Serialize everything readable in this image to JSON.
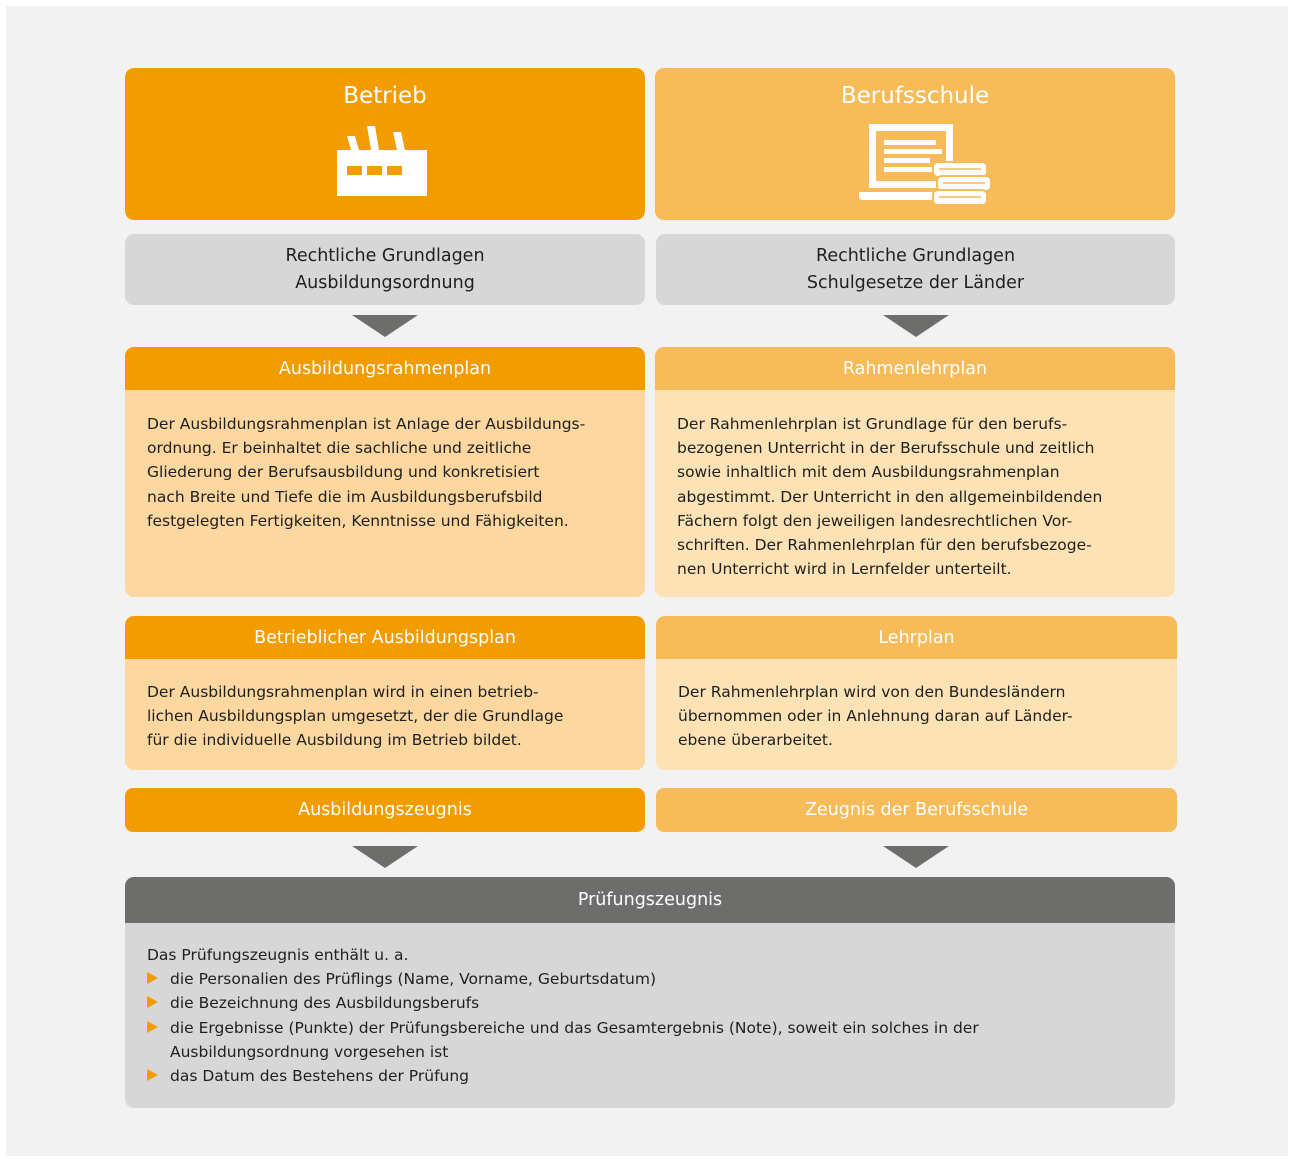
{
  "left": {
    "title": "Betrieb",
    "icon": "factory-icon",
    "legal_basis": [
      "Rechtliche Grundlagen",
      "Ausbildungsordnung"
    ],
    "plan": {
      "title": "Ausbildungsrahmenplan",
      "lines": [
        "Der Ausbildungsrahmenplan ist Anlage der Ausbildungs-",
        "ordnung. Er beinhaltet die sachliche und zeitliche",
        "Gliederung der Berufsausbildung und konkretisiert",
        "nach Breite und Tiefe die im Ausbildungsberufsbild",
        "festgelegten Fertigkeiten, Kenntnisse und Fähigkeiten."
      ]
    },
    "plan2": {
      "title": "Betrieblicher Ausbildungsplan",
      "lines": [
        "Der Ausbildungsrahmenplan wird in einen betrieb-",
        "lichen Ausbildungsplan umgesetzt, der die Grundlage",
        "für die individuelle Ausbildung im Betrieb bildet."
      ]
    },
    "certificate": "Ausbildungszeugnis"
  },
  "right": {
    "title": "Berufsschule",
    "icon": "laptop-books-icon",
    "legal_basis": [
      "Rechtliche Grundlagen",
      "Schulgesetze der Länder"
    ],
    "plan": {
      "title": "Rahmenlehrplan",
      "lines": [
        "Der Rahmenlehrplan ist Grundlage für den berufs-",
        "bezogenen Unterricht in der Berufsschule und zeitlich",
        "sowie inhaltlich mit dem Ausbildungsrahmenplan",
        "abgestimmt. Der Unterricht in den allgemeinbildenden",
        "Fächern folgt den jeweiligen landesrechtlichen Vor-",
        "schriften. Der Rahmenlehrplan für den berufsbezoge-",
        "nen Unterricht wird in Lernfelder unterteilt."
      ]
    },
    "plan2": {
      "title": "Lehrplan",
      "lines": [
        "Der Rahmenlehrplan wird von den Bundesländern",
        "übernommen oder in Anlehnung daran auf Länder-",
        "ebene überarbeitet."
      ]
    },
    "certificate": "Zeugnis der Berufsschule"
  },
  "final": {
    "title": "Prüfungszeugnis",
    "intro": "Das Prüfungszeugnis enthält u. a.",
    "bullets": [
      [
        "die Personalien des Prüflings (Name, Vorname, Geburtsdatum)"
      ],
      [
        "die Bezeichnung des Ausbildungsberufs"
      ],
      [
        "die Ergebnisse (Punkte) der Prüfungsbereiche und das Gesamtergebnis (Note), soweit ein solches in der",
        "Ausbildungsordnung vorgesehen ist"
      ],
      [
        "das Datum des Bestehens der Prüfung"
      ]
    ]
  },
  "colors": {
    "orange_dark": "#f39c00",
    "orange_light": "#f8bb5a",
    "body_dark": "#fcd7a0",
    "body_light": "#fde2b5",
    "gray_box": "#d7d7d7",
    "arrow_gray": "#6d6d6b"
  }
}
